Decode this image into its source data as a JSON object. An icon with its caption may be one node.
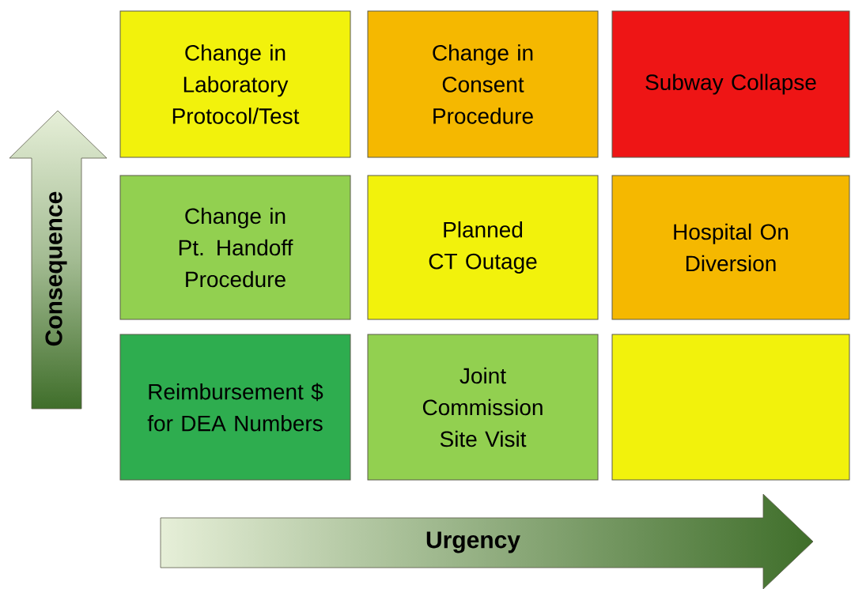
{
  "diagram": {
    "nodes": [
      {
        "text": [
          "Consequence"
        ]
      },
      {
        "text": [
          "Change in Laboratory Protocol/Test"
        ]
      },
      {
        "text": [
          "Change in Consent Procedure"
        ]
      },
      {
        "text": [
          "Subway Collapse"
        ]
      },
      {
        "text": [
          "Change in Pt. Handoff Procedure"
        ]
      },
      {
        "text": [
          "Planned CT Outage"
        ]
      },
      {
        "text": [
          "Hospital On Diversion"
        ]
      },
      {
        "text": [
          "Reimbursement $ for DEA Numbers"
        ]
      },
      {
        "text": [
          "Joint Commission Site Visit"
        ]
      },
      {
        "text": [],
        "shape": "box"
      },
      {
        "text": [
          "Urgency"
        ]
      }
    ]
  }
}
